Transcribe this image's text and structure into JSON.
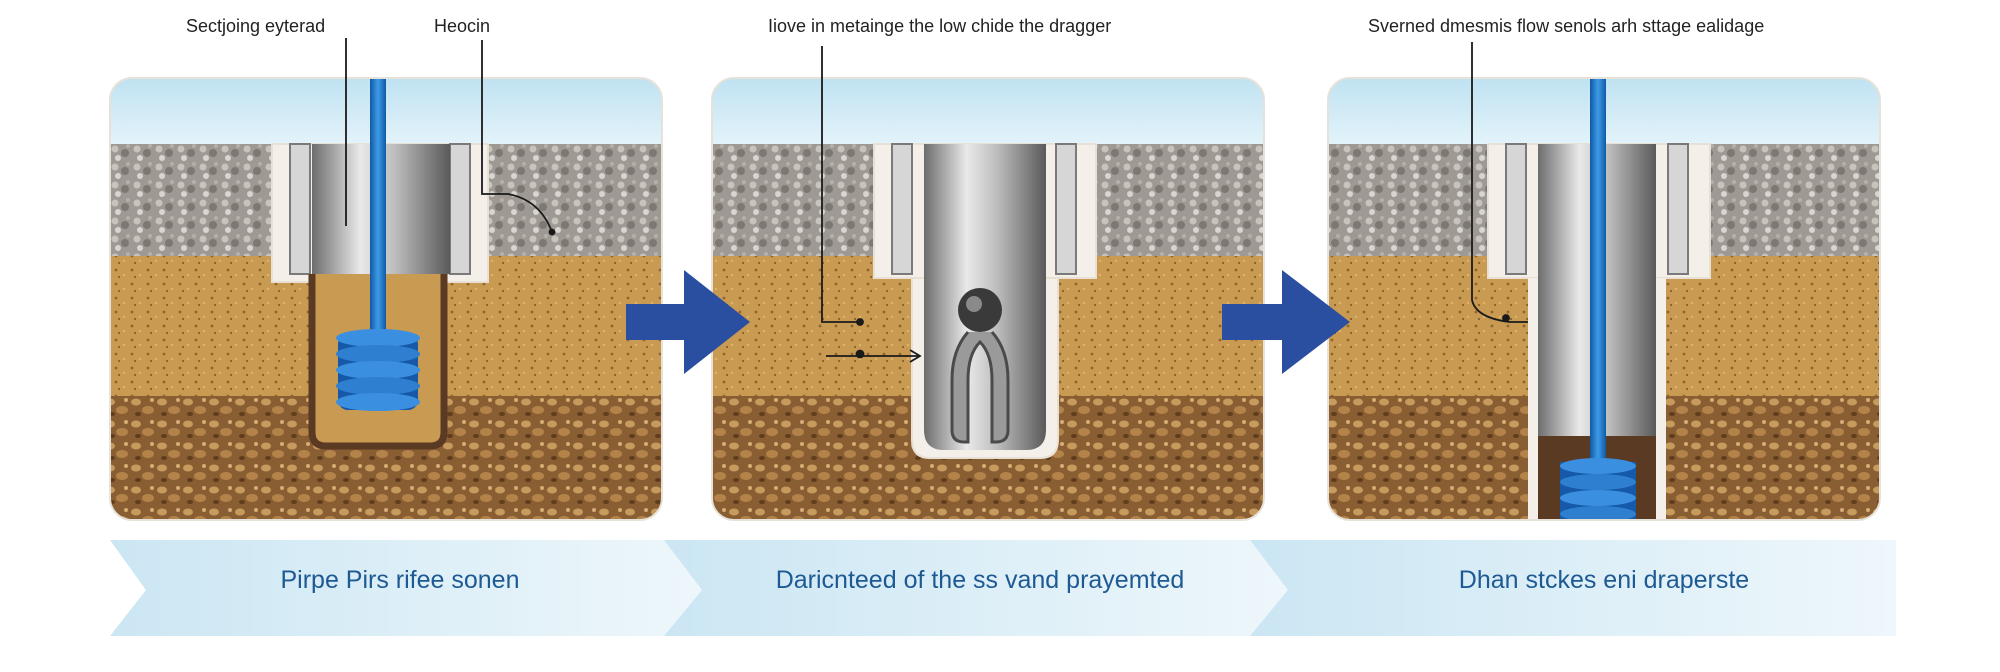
{
  "callouts": {
    "panel1_left": "Sectjoing eyterad",
    "panel1_right": "Heocin",
    "panel2": "Iiove in metainge the low chide the dragger",
    "panel3": "Sverned dmesmis flow senols arh sttage ealidage"
  },
  "steps": [
    {
      "label": "Pirpe Pirs rifee sonen"
    },
    {
      "label": "Daricnteed of the ss vand prayemted"
    },
    {
      "label": "Dhan stckes eni draperste"
    }
  ],
  "colors": {
    "sky": "#cdeaf5",
    "gravel": "#a9a39c",
    "sand": "#c79a52",
    "soil": "#8a5e33",
    "pipe_blue": "#1f78c8",
    "arrow_blue": "#2b4fa0",
    "banner": "#d8edf6",
    "banner_text": "#1d5a94"
  },
  "icons": [
    "right-arrow-icon",
    "right-arrow-icon"
  ]
}
